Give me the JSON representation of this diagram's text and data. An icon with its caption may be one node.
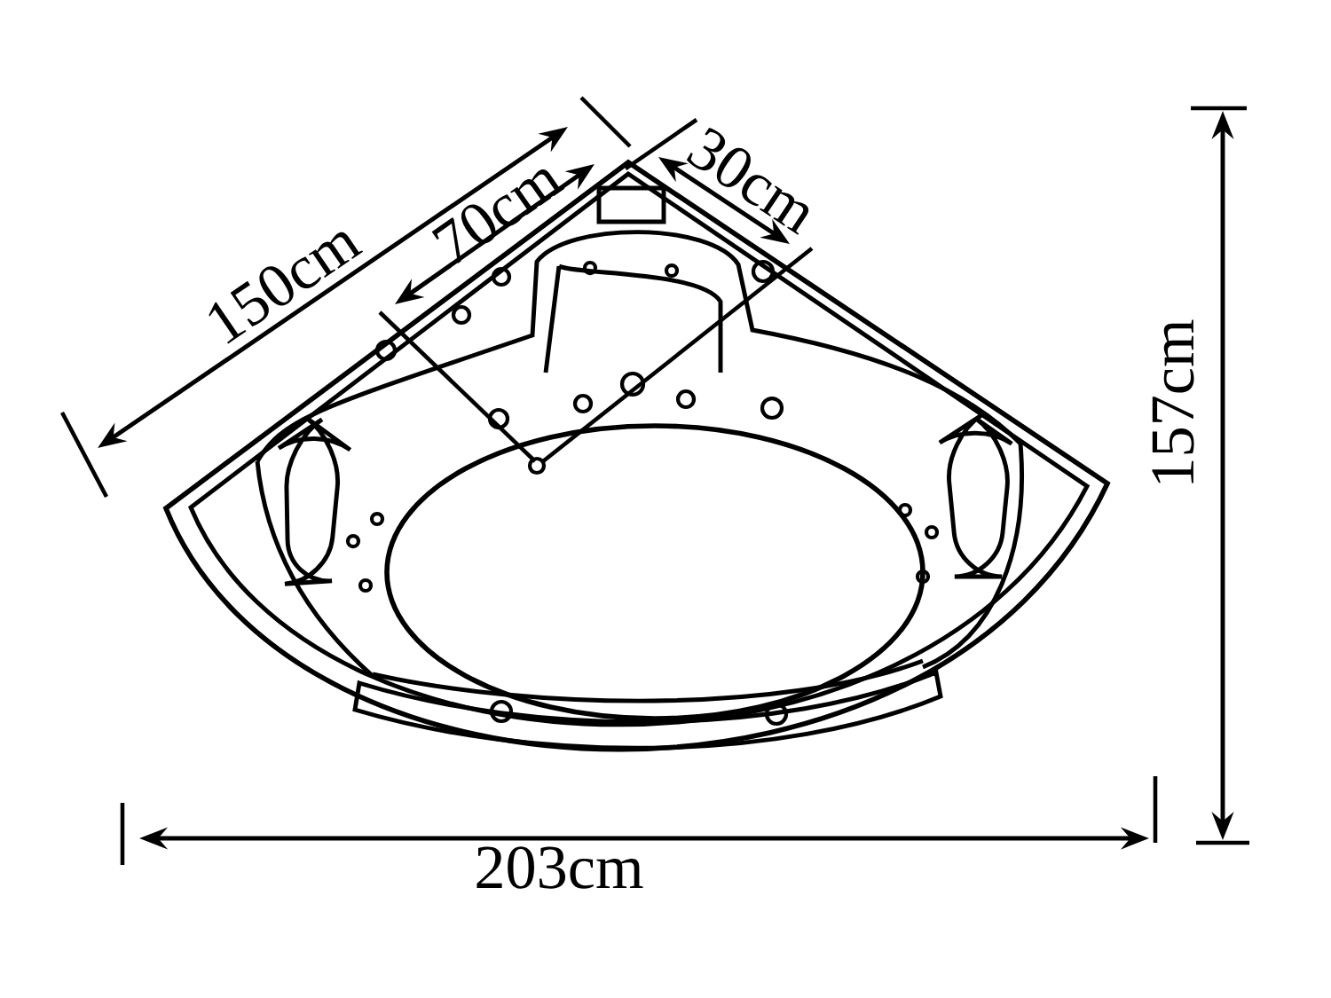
{
  "diagram": {
    "labels": [
      "150cm",
      "70cm",
      "30cm",
      "157cm",
      "203cm"
    ]
  }
}
